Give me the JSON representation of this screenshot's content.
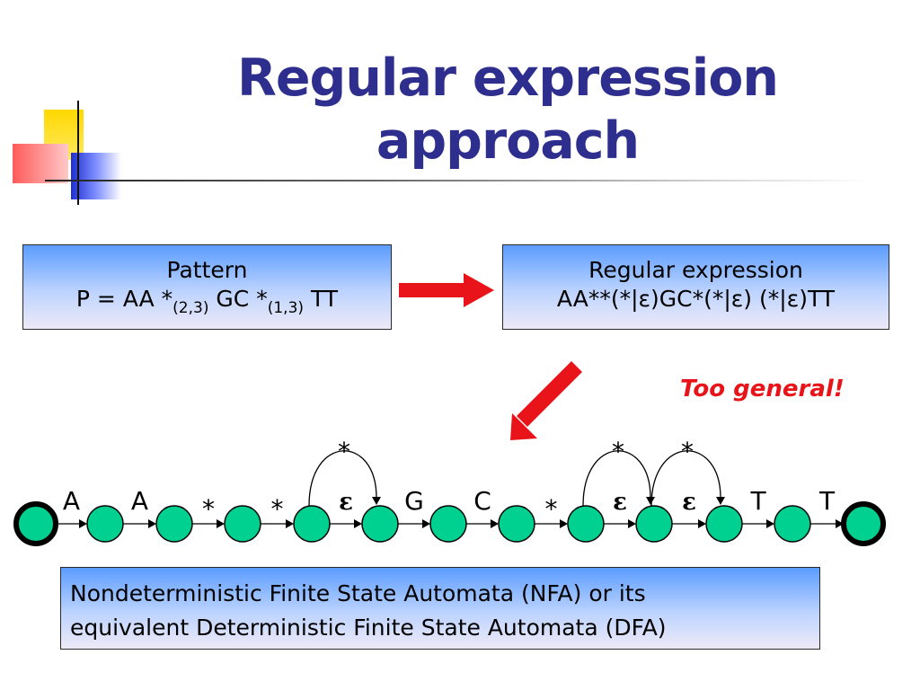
{
  "title": {
    "line1": "Regular expression",
    "line2": "approach"
  },
  "pattern_box": {
    "heading": "Pattern",
    "formula": {
      "p1": "P = AA *",
      "s1": "(2,3)",
      "p2": " GC *",
      "s2": "(1,3)",
      "p3": " TT"
    }
  },
  "regex_box": {
    "heading": "Regular expression",
    "formula": {
      "r1": "AA**(*|",
      "e1": "ε",
      "r2": ")GC*(*|",
      "e2": "ε",
      "r3": ") (*|",
      "e3": "ε",
      "r4": ")TT"
    }
  },
  "warning": "Too general!",
  "automaton": {
    "edge_labels": [
      "A",
      "A",
      "*",
      "*",
      "ε",
      "G",
      "C",
      "*",
      "ε",
      "ε",
      "T",
      "T"
    ],
    "loop_labels": [
      "*",
      "*",
      "*"
    ],
    "state_count": 13,
    "state_color": "#00d090",
    "final_states": [
      0,
      12
    ]
  },
  "nfa_box": {
    "line1": "Nondeterministic Finite State Automata (NFA) or its",
    "line2": "equivalent Deterministic Finite State Automata (DFA)"
  },
  "colors": {
    "title": "#2e2e8e",
    "arrow": "#e8141a",
    "warning": "#e8141a"
  }
}
